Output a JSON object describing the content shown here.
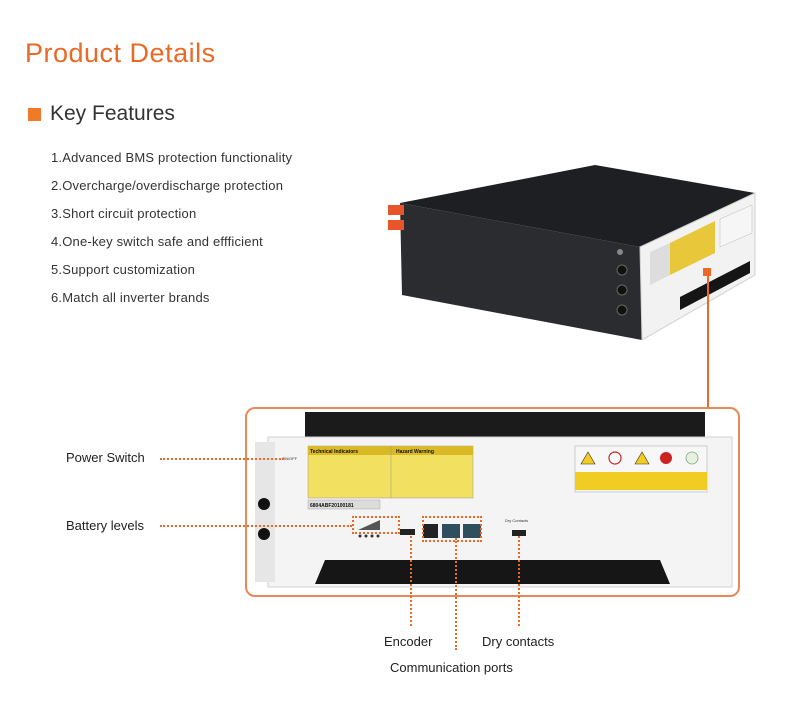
{
  "page": {
    "title": "Product Details",
    "section_title": "Key Features",
    "accent_color": "#e86a26"
  },
  "features": [
    "1.Advanced BMS protection functionality",
    "2.Overcharge/overdischarge protection",
    "3.Short circuit protection",
    "4.One-key switch safe and effficient",
    "5.Support customization",
    "6.Match all inverter brands"
  ],
  "callouts": {
    "power_switch": "Power Switch",
    "battery_levels": "Battery levels",
    "encoder": "Encoder",
    "dry_contacts": "Dry contacts",
    "communication_ports": "Communication ports"
  },
  "panel": {
    "tech_label": "Technical Indicators",
    "hazard_label": "Hazard Warning",
    "serial": "6804ABF20100181",
    "onoff": "ON/OFF",
    "dry_contacts_label": "Dry Contacts"
  }
}
